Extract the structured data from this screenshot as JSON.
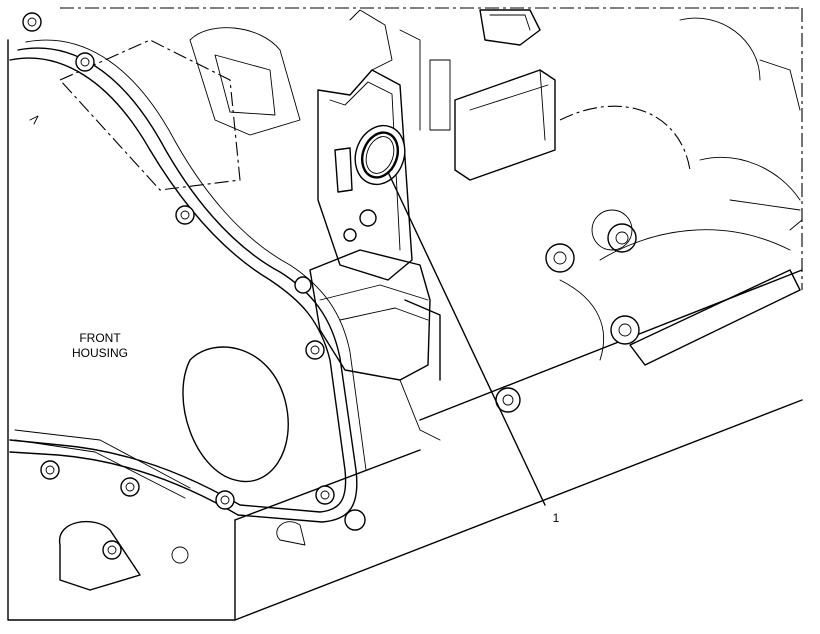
{
  "labels": {
    "front_housing_line1": "FRONT",
    "front_housing_line2": "HOUSING",
    "callout_1": "1"
  },
  "colors": {
    "ink": "#000000",
    "paper": "#ffffff"
  }
}
